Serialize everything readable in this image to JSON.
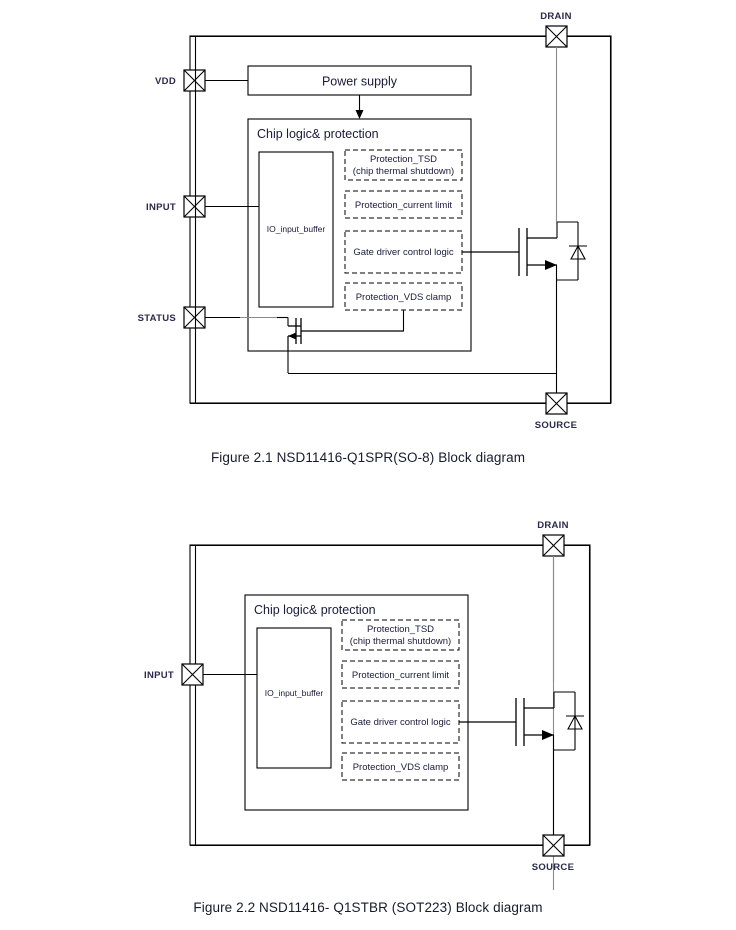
{
  "document": {
    "title": "NSD11416 Block Diagrams"
  },
  "figures": [
    {
      "id": "figure-2-1",
      "caption": "Figure 2.1 NSD11416-Q1SPR(SO-8) Block diagram",
      "pins": [
        {
          "name": "VDD",
          "label": "VDD",
          "side": "left"
        },
        {
          "name": "INPUT",
          "label": "INPUT",
          "side": "left"
        },
        {
          "name": "STATUS",
          "label": "STATUS",
          "side": "left"
        },
        {
          "name": "DRAIN",
          "label": "DRAIN",
          "side": "top"
        },
        {
          "name": "SOURCE",
          "label": "SOURCE",
          "side": "bottom"
        }
      ],
      "power_supply": {
        "label": "Power supply"
      },
      "chip_logic": {
        "title": "Chip logic& protection",
        "input_buffer": {
          "label": "IO_input_buffer"
        },
        "blocks": [
          {
            "name": "protection-tsd",
            "line1": "Protection_TSD",
            "line2": "(chip thermal shutdown)"
          },
          {
            "name": "protection-current-limit",
            "line1": "Protection_current limit",
            "line2": ""
          },
          {
            "name": "gate-driver-control-logic",
            "line1": "Gate driver control logic",
            "line2": ""
          },
          {
            "name": "protection-vds-clamp",
            "line1": "Protection_VDS clamp",
            "line2": ""
          }
        ]
      },
      "has_power_supply": true,
      "has_status_transistor": true
    },
    {
      "id": "figure-2-2",
      "caption": "Figure 2.2 NSD11416- Q1STBR (SOT223) Block diagram",
      "pins": [
        {
          "name": "INPUT",
          "label": "INPUT",
          "side": "left"
        },
        {
          "name": "DRAIN",
          "label": "DRAIN",
          "side": "top"
        },
        {
          "name": "SOURCE",
          "label": "SOURCE",
          "side": "bottom"
        }
      ],
      "chip_logic": {
        "title": "Chip logic& protection",
        "input_buffer": {
          "label": "IO_input_buffer"
        },
        "blocks": [
          {
            "name": "protection-tsd",
            "line1": "Protection_TSD",
            "line2": "(chip thermal shutdown)"
          },
          {
            "name": "protection-current-limit",
            "line1": "Protection_current limit",
            "line2": ""
          },
          {
            "name": "gate-driver-control-logic",
            "line1": "Gate driver control logic",
            "line2": ""
          },
          {
            "name": "protection-vds-clamp",
            "line1": "Protection_VDS clamp",
            "line2": ""
          }
        ]
      },
      "has_power_supply": false,
      "has_status_transistor": false
    }
  ],
  "colors": {
    "line": "#000000",
    "text": "#1a1a3a",
    "background": "#ffffff",
    "gray_wire": "#8a8a8a"
  }
}
